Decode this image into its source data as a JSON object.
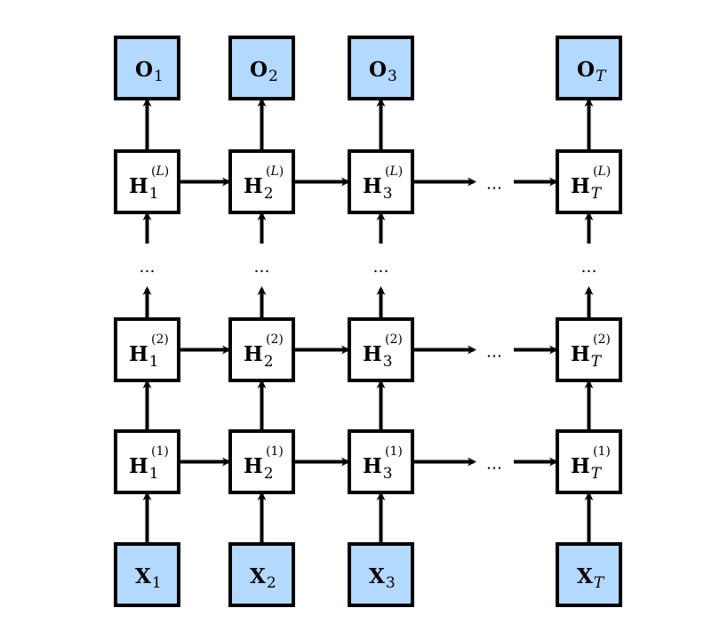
{
  "diagram": {
    "title": "Deep recurrent neural network",
    "columns": [
      {
        "index": "1",
        "index_italic": false
      },
      {
        "index": "2",
        "index_italic": false
      },
      {
        "index": "3",
        "index_italic": false
      },
      {
        "index": "T",
        "index_italic": true
      }
    ],
    "output_symbol": "O",
    "input_symbol": "X",
    "hidden_symbol": "H",
    "layers": [
      {
        "label": "(L)",
        "italic_inner": "L"
      },
      {
        "label": "(2)"
      },
      {
        "label": "(1)"
      }
    ],
    "ellipsis": "…",
    "colors": {
      "io_fill": "#b3d9fe",
      "hidden_fill": "#ffffff",
      "stroke": "#000000"
    }
  }
}
